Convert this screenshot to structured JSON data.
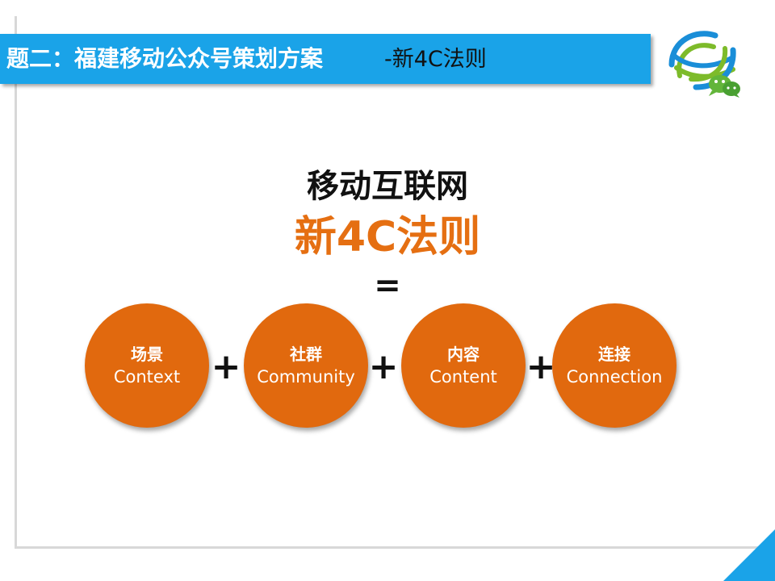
{
  "header": {
    "title": "题二：福建移动公众号策划方案",
    "subtitle": "-新4C法则"
  },
  "main": {
    "heading_line1": "移动互联网",
    "heading_line2": "新4C法则",
    "equals_symbol": "=",
    "plus_symbol": "+",
    "items": [
      {
        "label_cn": "场景",
        "label_en": "Context"
      },
      {
        "label_cn": "社群",
        "label_en": "Community"
      },
      {
        "label_cn": "内容",
        "label_en": "Content"
      },
      {
        "label_cn": "连接",
        "label_en": "Connection"
      }
    ]
  },
  "colors": {
    "title_bar": "#1aa3e8",
    "accent_orange": "#e1690e",
    "heading_orange": "#e56f12",
    "logo_blue": "#1a8ed8",
    "logo_green": "#7dbb2a"
  },
  "icons": {
    "logo": "china-mobile-logo-icon",
    "chat": "wechat-icon"
  }
}
